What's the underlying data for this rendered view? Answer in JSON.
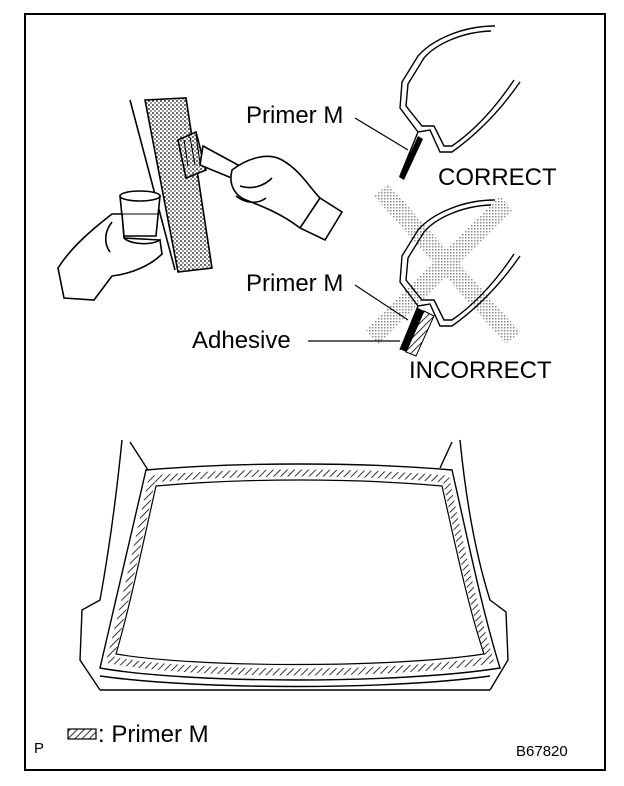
{
  "labels": {
    "primer_m_top": "Primer M",
    "correct": "CORRECT",
    "primer_m_mid": "Primer M",
    "adhesive": "Adhesive",
    "incorrect": "INCORRECT"
  },
  "legend": {
    "text": ": Primer M",
    "symbol": "hatched-rectangle"
  },
  "corner": {
    "left_mark": "P",
    "figure_code": "B67820"
  }
}
